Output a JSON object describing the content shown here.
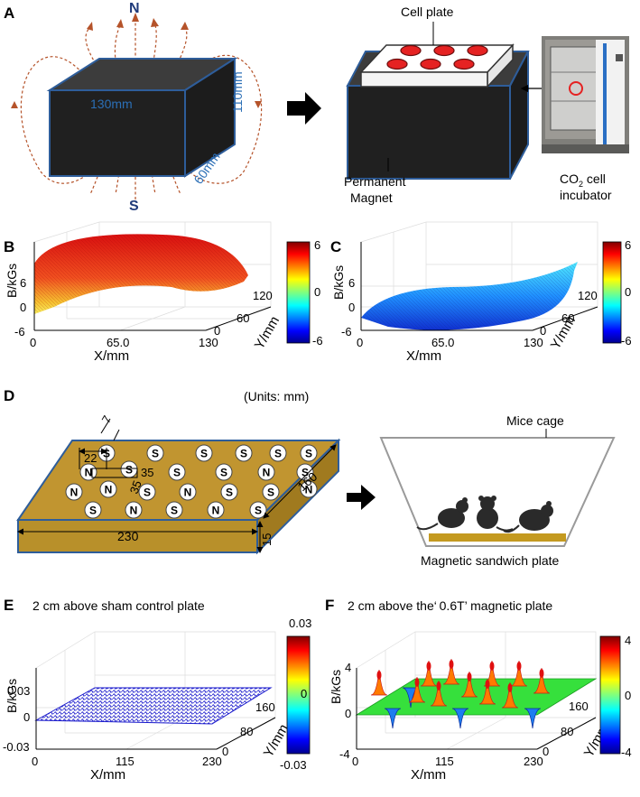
{
  "panels": {
    "A": {
      "label": "A",
      "north": "N",
      "south": "S",
      "dim_length": "130mm",
      "dim_height": "110mm",
      "dim_depth": "60mm",
      "cell_plate": "Cell plate",
      "magnet_line1": "Permanent",
      "magnet_line2": "Magnet",
      "incubator_co": "CO",
      "incubator_sub": "2",
      "incubator_cell": " cell",
      "incubator_line2": "incubator"
    },
    "B": {
      "label": "B",
      "zlabel": "B/kGs",
      "xlabel": "X/mm",
      "ylabel": "Y/mm",
      "zticks": [
        "6",
        "0",
        "-6"
      ],
      "xticks": [
        "0",
        "65.0",
        "130"
      ],
      "yticks": [
        "0",
        "60",
        "120"
      ],
      "colorbar_ticks": [
        "6",
        "0",
        "-6"
      ]
    },
    "C": {
      "label": "C",
      "zlabel": "B/kGs",
      "xlabel": "X/mm",
      "ylabel": "Y/mm",
      "zticks": [
        "6",
        "0",
        "-6"
      ],
      "xticks": [
        "0",
        "65.0",
        "130"
      ],
      "yticks": [
        "0",
        "60",
        "120"
      ],
      "colorbar_ticks": [
        "6",
        "0",
        "-6"
      ]
    },
    "D": {
      "label": "D",
      "units": "(Units: mm)",
      "dim_22": "22",
      "dim_7": "7",
      "dim_35a": "35",
      "dim_35b": "35",
      "dim_160": "160",
      "dim_230": "230",
      "dim_15": "15",
      "pole_n": "N",
      "pole_s": "S",
      "mice_cage": "Mice cage",
      "sandwich": "Magnetic sandwich plate"
    },
    "E": {
      "label": "E",
      "title": "2 cm above sham control plate",
      "zlabel": "B/kGs",
      "xlabel": "X/mm",
      "ylabel": "Y/mm",
      "zticks": [
        "0.03",
        "0",
        "-0.03"
      ],
      "xticks": [
        "0",
        "115",
        "230"
      ],
      "yticks": [
        "0",
        "80",
        "160"
      ],
      "colorbar_ticks": [
        "0.03",
        "0",
        "-0.03"
      ]
    },
    "F": {
      "label": "F",
      "title": "2 cm above the‘ 0.6T’ magnetic plate",
      "zlabel": "B/kGs",
      "xlabel": "X/mm",
      "ylabel": "Y/mm",
      "zticks": [
        "4",
        "0",
        "-4"
      ],
      "xticks": [
        "0",
        "115",
        "230"
      ],
      "yticks": [
        "0",
        "80",
        "160"
      ],
      "colorbar_ticks": [
        "4",
        "0",
        "-4"
      ]
    }
  },
  "colors": {
    "magnet": "#202020",
    "magnet_edge": "#2e5d9a",
    "field_line": "#b5532a",
    "plate_gold": "#b8902a",
    "cell_red": "#e52222",
    "mesh_blue": "#1a1acc"
  }
}
